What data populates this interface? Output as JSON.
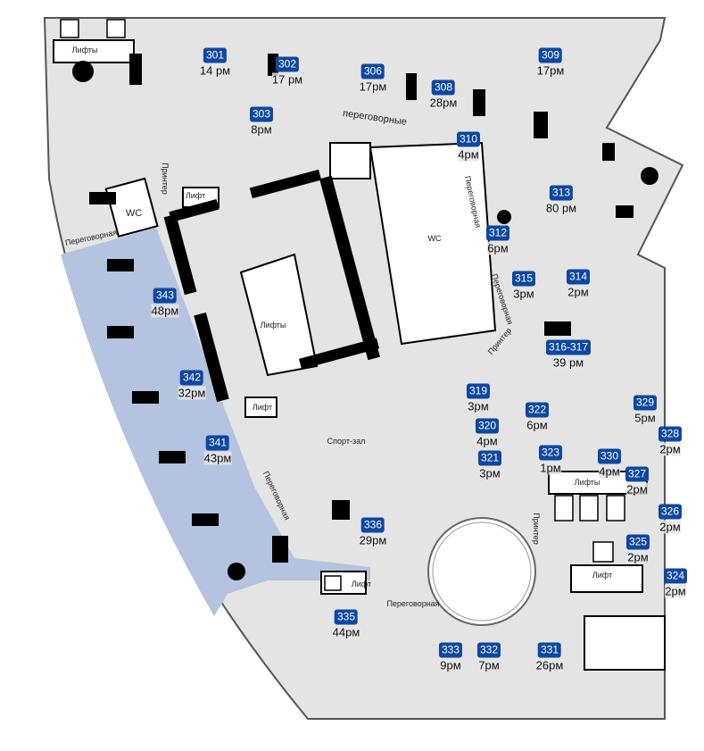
{
  "colors": {
    "floor": "#e4e4e4",
    "highlight": "#b3c3e0",
    "badge": "#0d47a1",
    "wall": "#000000"
  },
  "rooms": [
    {
      "number": "301",
      "capacity": "14 рм"
    },
    {
      "number": "302",
      "capacity": "17 рм"
    },
    {
      "number": "303",
      "capacity": "8рм"
    },
    {
      "number": "306",
      "capacity": "17рм"
    },
    {
      "number": "308",
      "capacity": "28рм"
    },
    {
      "number": "309",
      "capacity": "17рм"
    },
    {
      "number": "310",
      "capacity": "4рм"
    },
    {
      "number": "312",
      "capacity": "6рм"
    },
    {
      "number": "313",
      "capacity": "80 рм"
    },
    {
      "number": "314",
      "capacity": "2рм"
    },
    {
      "number": "315",
      "capacity": "3рм"
    },
    {
      "number": "316-317",
      "capacity": "39 рм"
    },
    {
      "number": "319",
      "capacity": "3рм"
    },
    {
      "number": "320",
      "capacity": "4рм"
    },
    {
      "number": "321",
      "capacity": "3рм"
    },
    {
      "number": "322",
      "capacity": "6рм"
    },
    {
      "number": "323",
      "capacity": "1рм"
    },
    {
      "number": "324",
      "capacity": "2рм"
    },
    {
      "number": "325",
      "capacity": "2рм"
    },
    {
      "number": "326",
      "capacity": "2рм"
    },
    {
      "number": "327",
      "capacity": "2рм"
    },
    {
      "number": "328",
      "capacity": "2рм"
    },
    {
      "number": "329",
      "capacity": "5рм"
    },
    {
      "number": "330",
      "capacity": "4рм"
    },
    {
      "number": "331",
      "capacity": "26рм"
    },
    {
      "number": "332",
      "capacity": "7рм"
    },
    {
      "number": "333",
      "capacity": "9рм"
    },
    {
      "number": "335",
      "capacity": "44рм"
    },
    {
      "number": "336",
      "capacity": "29рм"
    },
    {
      "number": "341",
      "capacity": "43рм"
    },
    {
      "number": "342",
      "capacity": "32рм"
    },
    {
      "number": "343",
      "capacity": "48рм"
    }
  ],
  "labels": {
    "lifts_nw": "Лифты",
    "wc_w": "WC",
    "meeting_w": "Переговорная",
    "printer_w": "Принтер",
    "lift_w": "Лифт",
    "lifts_center": "Лифты",
    "lift_center": "Лифт",
    "wc_center": "WC",
    "meetings_n": "переговорные",
    "meeting_e1": "Переговорная",
    "meeting_e2": "Переговорная",
    "printer_e": "Принтер",
    "gym": "Спорт-зал",
    "meeting_sw": "Переговорная",
    "lift_s": "Лифт",
    "meeting_s": "Переговорная",
    "lifts_se": "Лифты",
    "printer_se": "Принтер",
    "lift_se": "Лифт"
  }
}
